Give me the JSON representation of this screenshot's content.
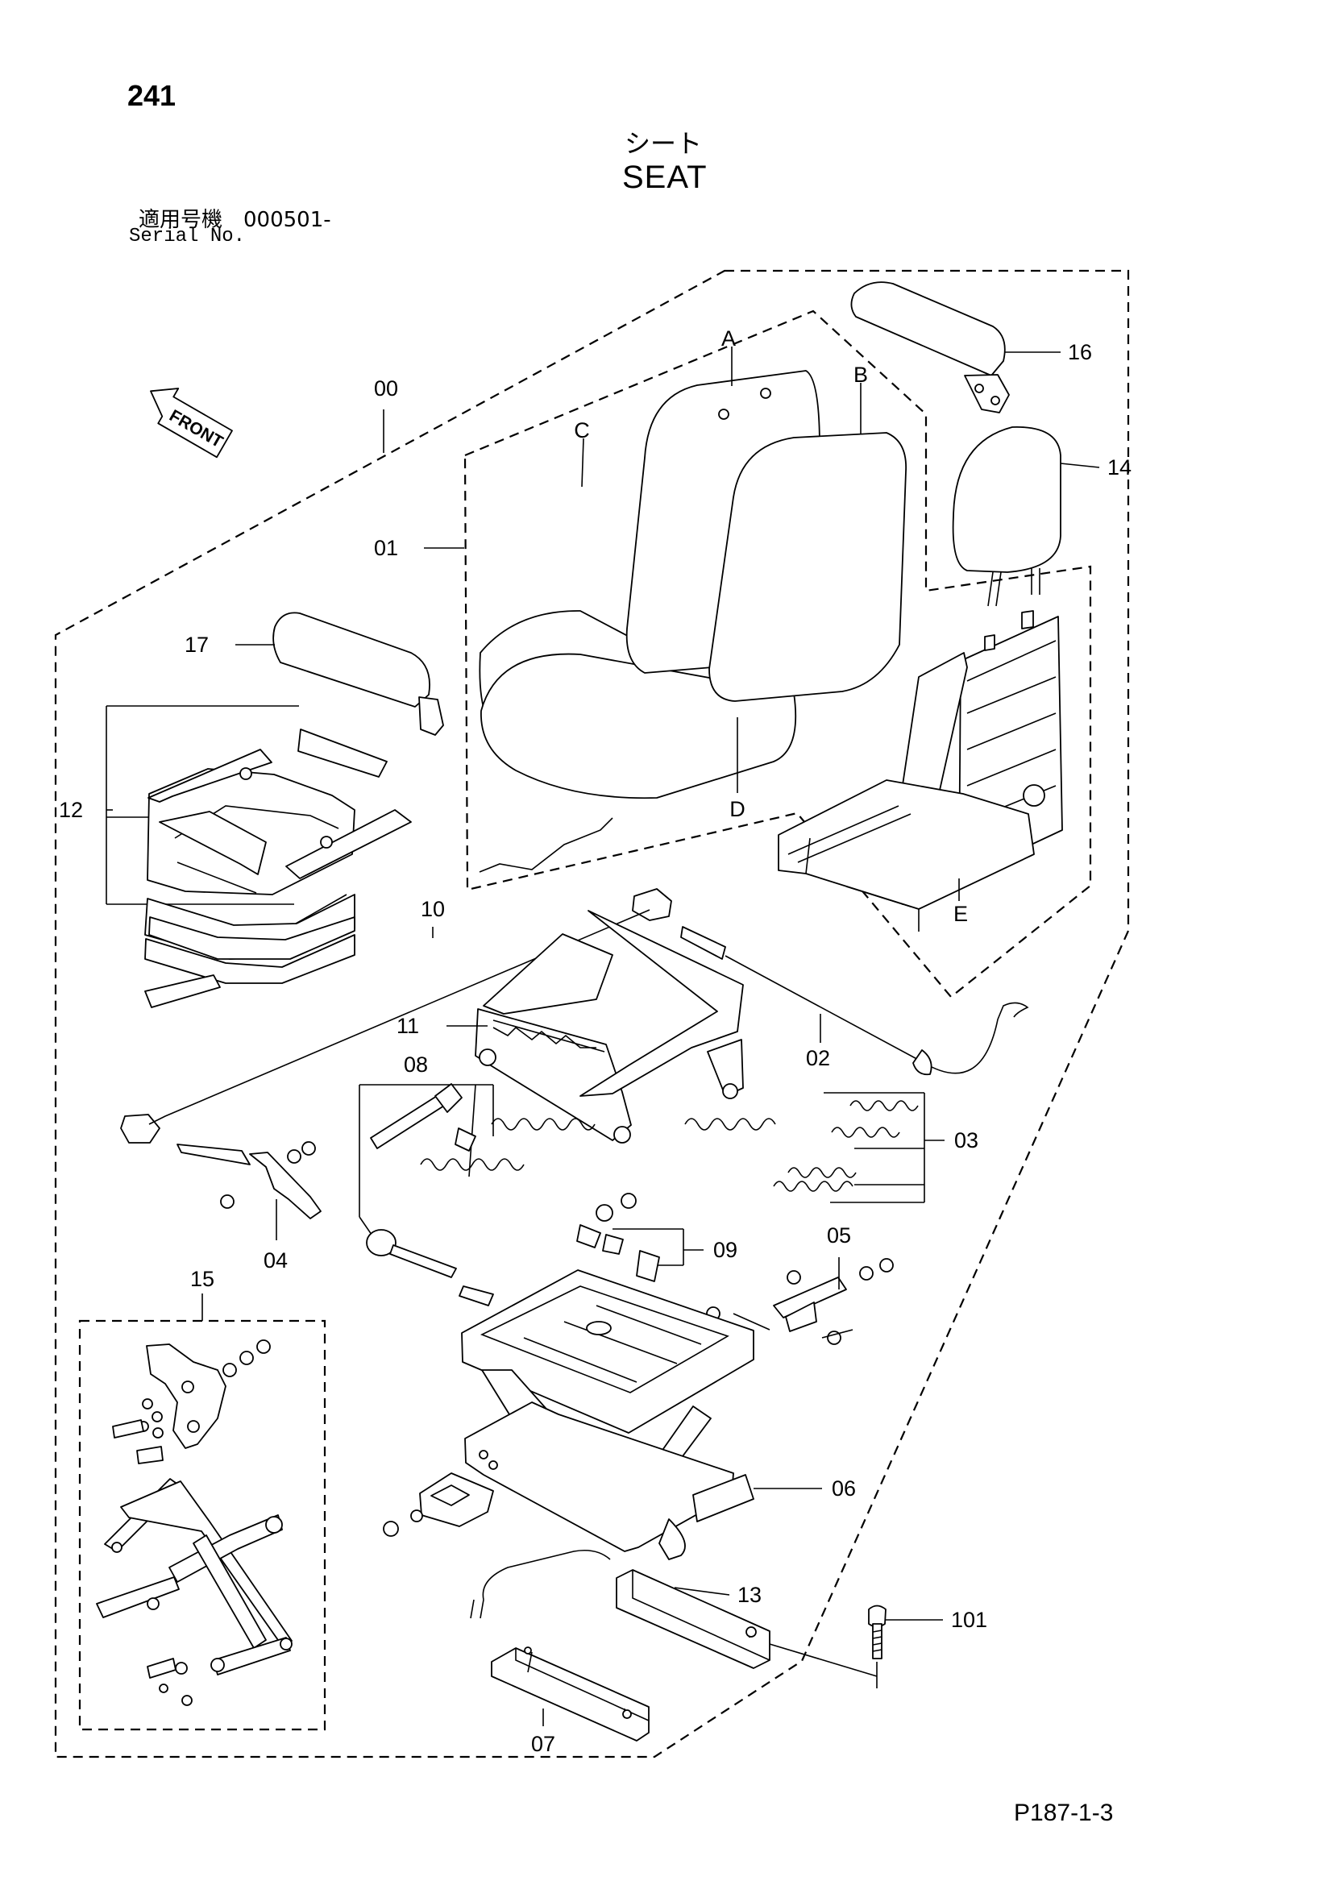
{
  "header": {
    "page_number": "241",
    "title_jp": "シート",
    "title_en": "SEAT",
    "serial_jp": "適用号機　000501-",
    "serial_en": "Serial No."
  },
  "front_badge": "FRONT",
  "footer": {
    "code": "P187-1-3"
  },
  "callouts": [
    {
      "label": "00"
    },
    {
      "label": "01"
    },
    {
      "label": "A"
    },
    {
      "label": "B"
    },
    {
      "label": "C"
    },
    {
      "label": "D"
    },
    {
      "label": "E"
    },
    {
      "label": "16"
    },
    {
      "label": "14"
    },
    {
      "label": "17"
    },
    {
      "label": "12"
    },
    {
      "label": "10"
    },
    {
      "label": "11"
    },
    {
      "label": "08"
    },
    {
      "label": "02"
    },
    {
      "label": "03"
    },
    {
      "label": "04"
    },
    {
      "label": "09"
    },
    {
      "label": "05"
    },
    {
      "label": "15"
    },
    {
      "label": "06"
    },
    {
      "label": "13"
    },
    {
      "label": "101"
    },
    {
      "label": "07"
    }
  ]
}
